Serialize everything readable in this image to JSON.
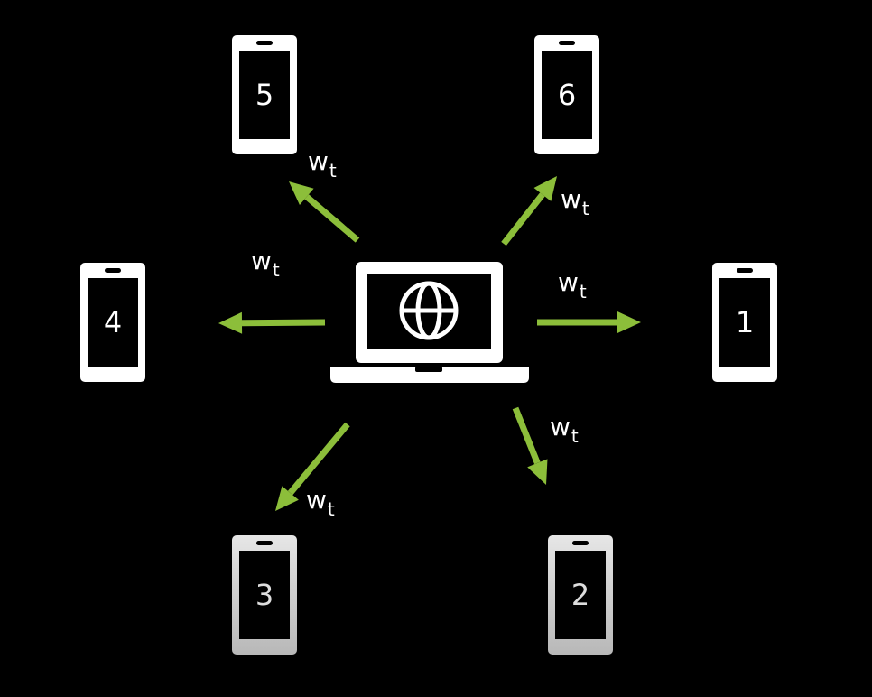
{
  "server": {
    "icon": "laptop-globe-icon"
  },
  "devices": [
    {
      "id": "1",
      "label": "1",
      "shade": "bright"
    },
    {
      "id": "2",
      "label": "2",
      "shade": "dim"
    },
    {
      "id": "3",
      "label": "3",
      "shade": "dim"
    },
    {
      "id": "4",
      "label": "4",
      "shade": "bright"
    },
    {
      "id": "5",
      "label": "5",
      "shade": "bright"
    },
    {
      "id": "6",
      "label": "6",
      "shade": "bright"
    }
  ],
  "weight_label": {
    "main": "w",
    "subscript": "t"
  },
  "colors": {
    "background": "#000000",
    "arrow": "#8cbe3a",
    "device_bright": "#ffffff",
    "device_dim": "#d0d0d0"
  }
}
